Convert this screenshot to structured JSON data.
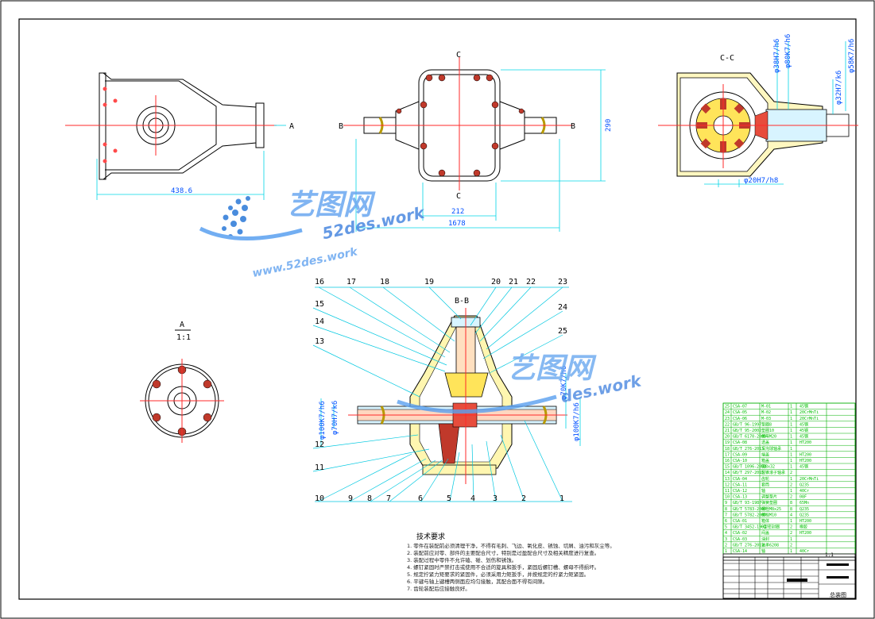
{
  "views": {
    "left_label": "A",
    "top_left_dim": "438.6",
    "front_section_left": "B",
    "front_section_right": "B",
    "front_cut_top": "C",
    "front_cut_bottom": "C",
    "front_dim_width": "212",
    "front_dim_total": "1678",
    "front_dim_height": "290",
    "cc_title": "C-C",
    "cc_dims": [
      "φ38H7/h6",
      "φ80K7/h6",
      "φ58K7/h6",
      "φ32H7/k6",
      "φ20H7/h8"
    ],
    "a_view_title": "A",
    "a_view_scale": "1:1",
    "bb_title": "B-B",
    "bb_dims_left": [
      "φ100K7/h6",
      "φ70H7/k6"
    ],
    "bb_dims_right": [
      "φ70K7/h6",
      "φ100K7/h6"
    ]
  },
  "balloons_top": [
    "16",
    "17",
    "18",
    "19",
    "20",
    "21",
    "22",
    "23"
  ],
  "balloons_left": [
    "15",
    "14",
    "13",
    "12",
    "11"
  ],
  "balloons_right": [
    "24",
    "25"
  ],
  "balloons_bottom": [
    "10",
    "9",
    "8",
    "7",
    "6",
    "5",
    "4",
    "3",
    "2",
    "1"
  ],
  "watermark": {
    "brand": "艺图网",
    "url_top": "52des.work",
    "url_bottom": "www.52des.work",
    "brand2": "艺图网",
    "url2": "des.work"
  },
  "notes": {
    "title": "技术要求",
    "lines": [
      "1. 零件在装配前必须清理干净，不得有毛刺、飞边、氧化皮、锈蚀、切屑、油污和灰尘等。",
      "2. 装配前应对零、部件的主要配合尺寸，特别是过盈配合尺寸及相关精度进行复查。",
      "3. 装配过程中零件不允许磕、碰、划伤和锈蚀。",
      "4. 螺钉紧固时严禁打击或使用不合适的旋具和扳手，紧固后螺钉槽、螺母不得损坏。",
      "5. 规定拧紧力矩要求的紧固件，必须采用力矩扳手，并按规定的拧紧力矩紧固。",
      "6. 平键与轴上键槽两侧面应均匀接触，其配合面不得有间隙。",
      "7. 齿轮装配后应接触良好。"
    ]
  },
  "bom_rows": [
    [
      "25",
      "CSA-07",
      "M-01",
      "1",
      "45钢"
    ],
    [
      "24",
      "CSA-05",
      "M-02",
      "1",
      "20CrMnTi"
    ],
    [
      "23",
      "CSA-06",
      "M-03",
      "1",
      "20CrMnTi"
    ],
    [
      "22",
      "GB/T 96-1997",
      "垫圈8",
      "1",
      "45钢"
    ],
    [
      "21",
      "GB/T 95-2002",
      "垫圈10",
      "1",
      "45钢"
    ],
    [
      "20",
      "GB/T 6170-2000",
      "螺母M20",
      "1",
      "45钢"
    ],
    [
      "19",
      "CSA-08",
      "透盖",
      "1",
      "HT200"
    ],
    [
      "18",
      "GB/T 276-2013",
      "深沟球轴承",
      "1",
      ""
    ],
    [
      "17",
      "CSA-09",
      "端盖",
      "1",
      "HT200"
    ],
    [
      "16",
      "CSA-10",
      "箱盖",
      "1",
      "HT200"
    ],
    [
      "15",
      "GB/T 1096-2003",
      "键8x32",
      "1",
      "45钢"
    ],
    [
      "14",
      "GB/T 297-2015",
      "圆锥滚子轴承",
      "2",
      ""
    ],
    [
      "13",
      "CSA-04",
      "齿轮",
      "1",
      "20CrMnTi"
    ],
    [
      "12",
      "CSA-11",
      "套筒",
      "2",
      "Q235"
    ],
    [
      "11",
      "CSA-12",
      "轴",
      "1",
      "40Cr"
    ],
    [
      "10",
      "CSA-13",
      "调整垫片",
      "2",
      "08F"
    ],
    [
      "9",
      "GB/T 93-1987",
      "弹簧垫圈",
      "8",
      "65Mn"
    ],
    [
      "8",
      "GB/T 5783-2000",
      "螺栓M8x25",
      "8",
      "Q235"
    ],
    [
      "7",
      "GB/T 5782-2000",
      "螺栓M10",
      "4",
      "Q235"
    ],
    [
      "6",
      "CSA-01",
      "箱体",
      "1",
      "HT200"
    ],
    [
      "5",
      "GB/T 3452-1992",
      "O型密封圈",
      "2",
      "橡胶"
    ],
    [
      "4",
      "CSA-02",
      "闷盖",
      "2",
      "HT200"
    ],
    [
      "3",
      "CSA-03",
      "油封",
      "1",
      ""
    ],
    [
      "2",
      "GB/T 276-2013",
      "轴承6208",
      "2",
      ""
    ],
    [
      "1",
      "CSA-14",
      "轴",
      "1",
      "40Cr"
    ]
  ],
  "title_block": {
    "drawing_no": "总装图",
    "scale_label": "1:1"
  }
}
